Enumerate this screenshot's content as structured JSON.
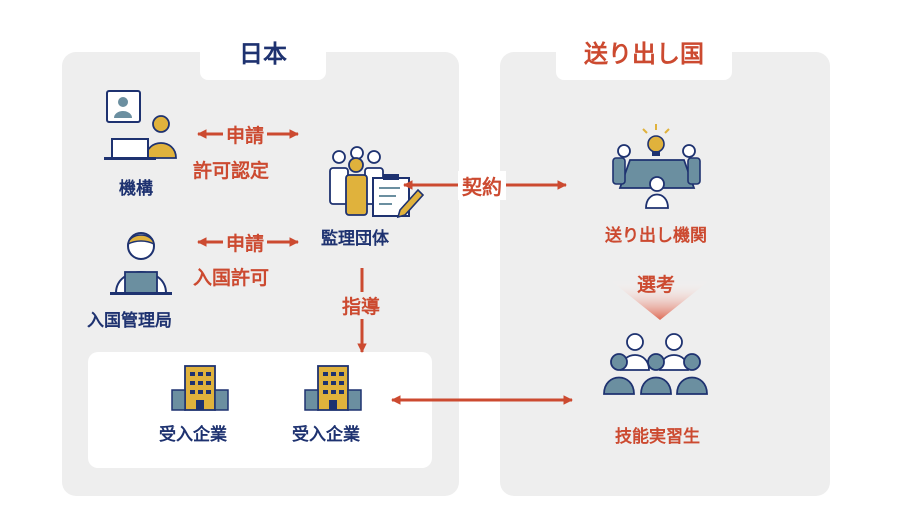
{
  "regions": {
    "japan": "日本",
    "sending_country": "送り出し国"
  },
  "nodes": {
    "kikou": "機構",
    "kanri_dantai": "監理団体",
    "nyukoku": "入国管理局",
    "ukeire_1": "受入企業",
    "ukeire_2": "受入企業",
    "okuridashi_kikan": "送り出し機関",
    "ginou": "技能実習生"
  },
  "relations": {
    "kikou_top": "申請",
    "kikou_bottom": "許可認定",
    "nyukoku_top": "申請",
    "nyukoku_bottom": "入国許可",
    "contract": "契約",
    "guidance": "指導",
    "selection": "選考"
  },
  "colors": {
    "navy": "#1e3270",
    "red": "#cc4a30",
    "gold": "#e0b23c",
    "teal": "#6b8fa0",
    "panel": "#eeeeee"
  }
}
